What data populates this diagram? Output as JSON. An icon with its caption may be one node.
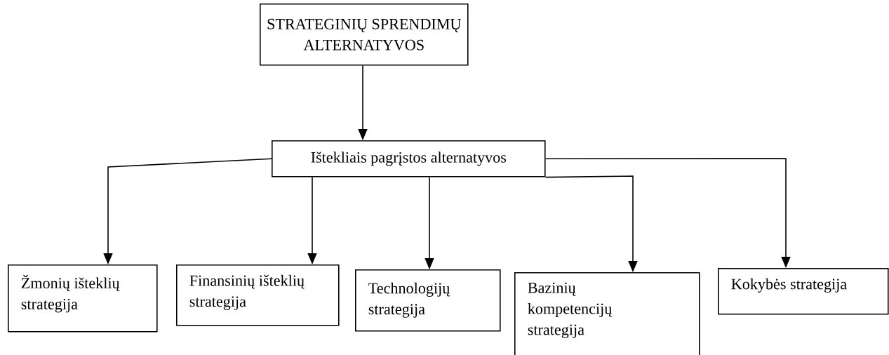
{
  "diagram": {
    "nodes": [
      {
        "text": [
          "STRATEGINIŲ SPRENDIMŲ ALTERNATYVOS"
        ]
      },
      {
        "text": [
          "Ištekliais pagrįstos alternatyvos"
        ]
      },
      {
        "text": [
          "Žmonių išteklių strategija"
        ]
      },
      {
        "text": [
          "Finansinių išteklių strategija"
        ]
      },
      {
        "text": [
          "Technologijų strategija"
        ]
      },
      {
        "text": [
          "Bazinių kompetencijų strategija"
        ]
      },
      {
        "text": [
          "Kokybės strategija"
        ]
      }
    ],
    "edges": [
      {
        "from": 0,
        "to": 1,
        "arrow": "to"
      },
      {
        "from": 1,
        "to": 2,
        "arrow": "to"
      },
      {
        "from": 1,
        "to": 3,
        "arrow": "to"
      },
      {
        "from": 1,
        "to": 4,
        "arrow": "to"
      },
      {
        "from": 1,
        "to": 5,
        "arrow": "to"
      },
      {
        "from": 1,
        "to": 6,
        "arrow": "to"
      }
    ]
  }
}
